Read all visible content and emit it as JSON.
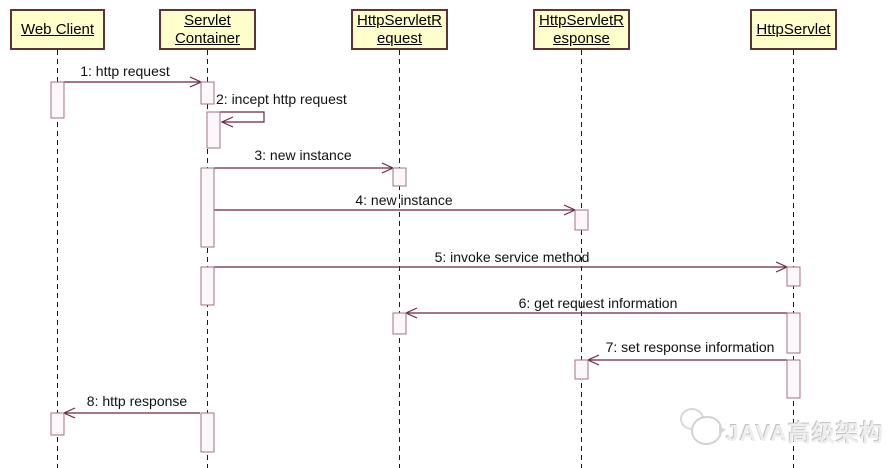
{
  "diagram": {
    "actors": [
      {
        "id": "web-client",
        "label": "Web Client"
      },
      {
        "id": "servlet-container",
        "label": "Servlet\nContainer"
      },
      {
        "id": "http-servlet-request",
        "label": "HttpServletR\nequest"
      },
      {
        "id": "http-servlet-response",
        "label": "HttpServletR\nesponse"
      },
      {
        "id": "http-servlet",
        "label": "HttpServlet"
      }
    ],
    "messages": [
      {
        "label": "1: http request",
        "from": "web-client",
        "to": "servlet-container"
      },
      {
        "label": "2: incept http request",
        "from": "servlet-container",
        "to": "servlet-container",
        "self": true
      },
      {
        "label": "3: new instance",
        "from": "servlet-container",
        "to": "http-servlet-request"
      },
      {
        "label": "4: new instance",
        "from": "servlet-container",
        "to": "http-servlet-response"
      },
      {
        "label": "5: invoke service method",
        "from": "servlet-container",
        "to": "http-servlet"
      },
      {
        "label": "6: get request information",
        "from": "http-servlet",
        "to": "http-servlet-request"
      },
      {
        "label": "7: set response information",
        "from": "http-servlet",
        "to": "http-servlet-response"
      },
      {
        "label": "8: http response",
        "from": "servlet-container",
        "to": "web-client"
      }
    ]
  },
  "watermark": {
    "text": "JAVA高级架构"
  },
  "colors": {
    "background": "#ffffff",
    "actor_fill": "#ffffcc",
    "actor_border": "#5f3333",
    "actor_text": "#000000",
    "lifeline": "#1a1a1a",
    "message_line": "#6b2742",
    "activation_fill": "#fdf6fa",
    "activation_border": "#a0718a",
    "message_text": "#111111",
    "watermark_gray": "#d9d9d9"
  }
}
